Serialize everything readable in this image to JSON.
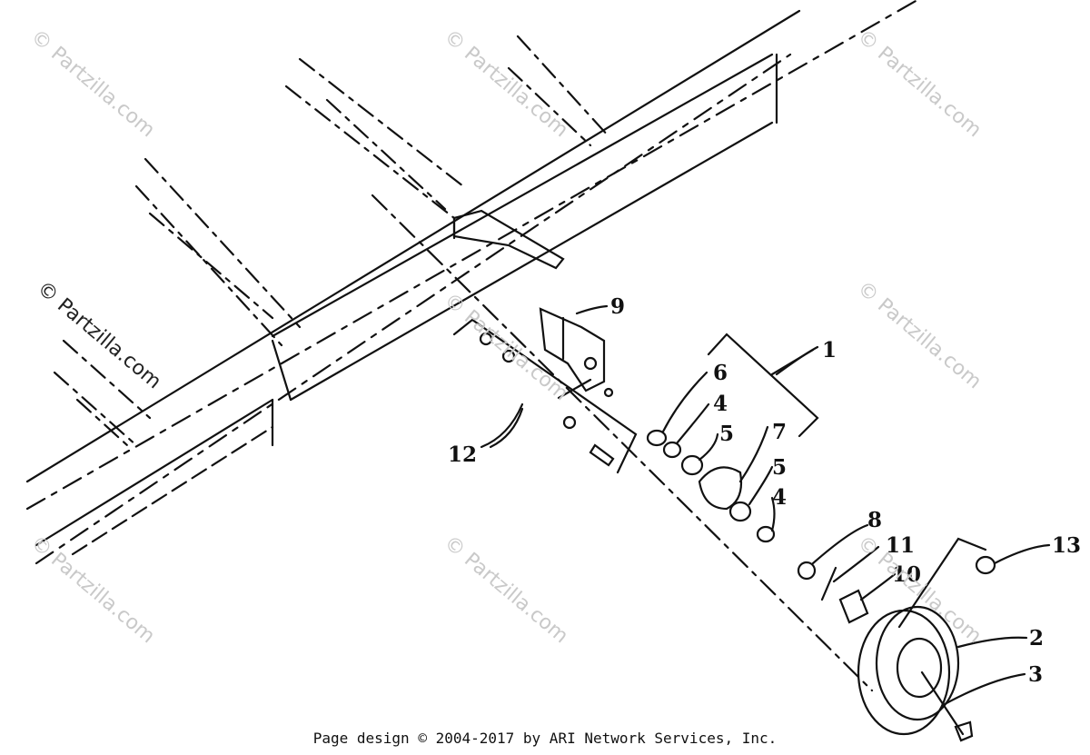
{
  "watermark": "© Partzilla.com",
  "footer": "Page design © 2004-2017 by ARI Network Services, Inc.",
  "callouts": [
    "1",
    "2",
    "3",
    "4",
    "4",
    "5",
    "5",
    "6",
    "7",
    "8",
    "9",
    "10",
    "11",
    "12",
    "13"
  ]
}
